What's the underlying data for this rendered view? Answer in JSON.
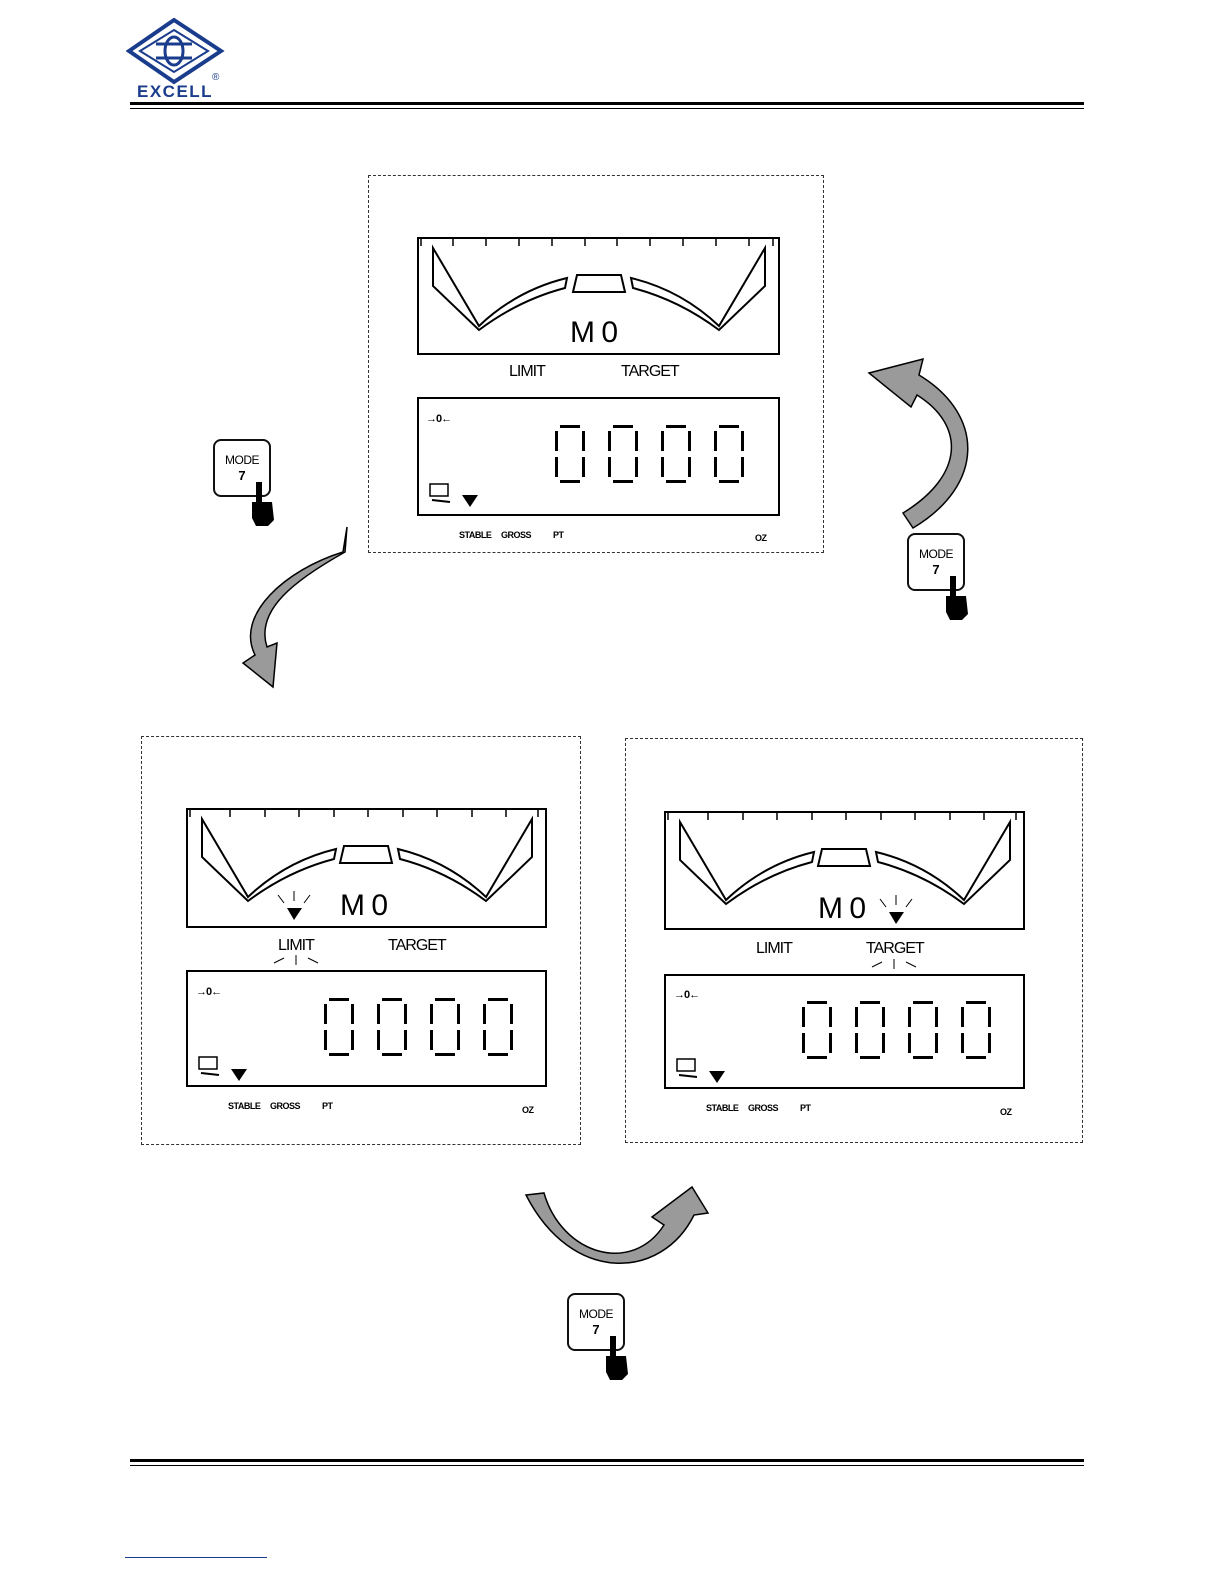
{
  "header": {
    "brand": "EXCELL",
    "registered": "®",
    "brand_color": "#1a3c8c"
  },
  "panels": {
    "top": {
      "indicator": "M 0",
      "limit_label": "LIMIT",
      "target_label": "TARGET",
      "zero_symbol": "→0←",
      "digits": "0000",
      "status": {
        "stable": "STABLE",
        "gross": "GROSS",
        "pt": "PT",
        "unit": "OZ"
      }
    },
    "bottom_left": {
      "indicator": "M 0",
      "limit_label": "LIMIT",
      "target_label": "TARGET",
      "zero_symbol": "→0←",
      "digits": "0000",
      "status": {
        "stable": "STABLE",
        "gross": "GROSS",
        "pt": "PT",
        "unit": "OZ"
      }
    },
    "bottom_right": {
      "indicator": "M 0",
      "limit_label": "LIMIT",
      "target_label": "TARGET",
      "zero_symbol": "→0←",
      "digits": "0000",
      "status": {
        "stable": "STABLE",
        "gross": "GROSS",
        "pt": "PT",
        "unit": "OZ"
      }
    }
  },
  "mode_buttons": [
    {
      "label": "MODE",
      "key": "7"
    },
    {
      "label": "MODE",
      "key": "7"
    },
    {
      "label": "MODE",
      "key": "7"
    }
  ],
  "icons": [
    "excell-logo-icon",
    "curved-arrow-icon",
    "pointing-hand-icon",
    "battery-icon",
    "triangle-pointer-icon"
  ]
}
